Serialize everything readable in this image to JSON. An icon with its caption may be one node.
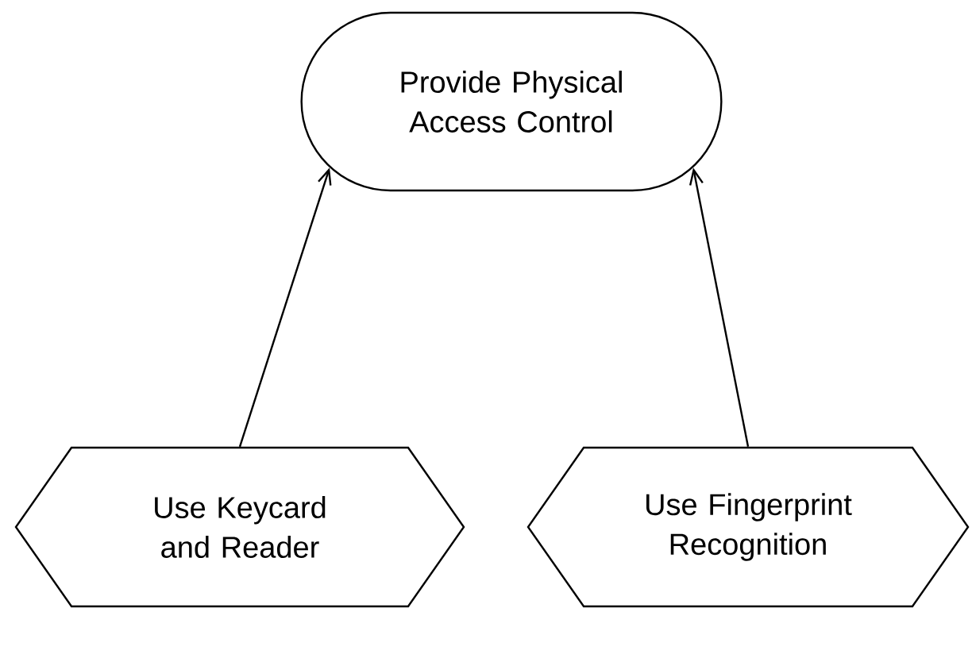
{
  "diagram": {
    "nodes": [
      {
        "text": [
          "Provide Physical Access Control"
        ]
      },
      {
        "text": [
          "Use Keycard and Reader"
        ]
      },
      {
        "text": [
          "Use Fingerprint Recognition"
        ]
      }
    ],
    "edges": [
      {
        "from": 1,
        "to": 0,
        "arrow": "to"
      },
      {
        "from": 2,
        "to": 0,
        "arrow": "to"
      }
    ]
  }
}
